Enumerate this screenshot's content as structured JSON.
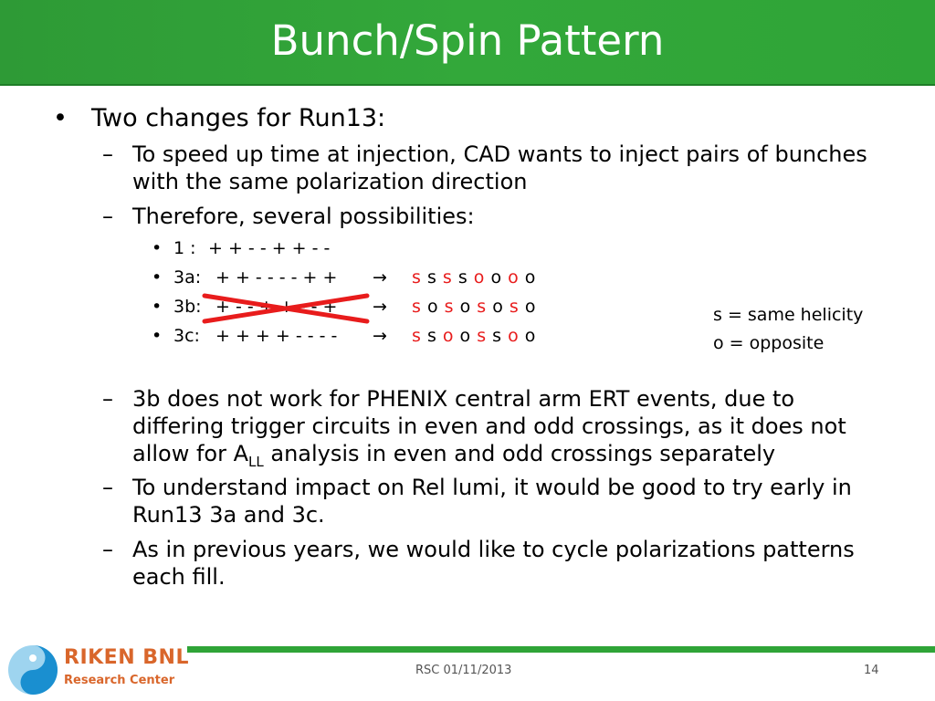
{
  "slide": {
    "title": "Bunch/Spin Pattern",
    "bullet1": "Two changes for Run13:",
    "sub1": "To speed up time at injection, CAD wants to inject pairs of bunches with the same polarization direction",
    "sub2": "Therefore, several possibilities:",
    "options": [
      {
        "label": "1  :",
        "pattern": "+ + -  - + + - -"
      },
      {
        "label": "3a:",
        "pattern": "+ + -  - - - + +",
        "arrow": "→"
      },
      {
        "label": "3b:",
        "pattern": "+ - - + + - - +",
        "arrow": "→"
      },
      {
        "label": "3c:",
        "pattern": "+ + + + -  - - -",
        "arrow": "→"
      }
    ],
    "legend": {
      "line1": "s = same helicity",
      "line2": "o = opposite"
    },
    "sub3_pre": "3b does not work for PHENIX central arm ERT events, due to differing trigger circuits in even and odd crossings, as it does not allow for A",
    "sub3_sub": "LL",
    "sub3_post": " analysis in even and odd crossings separately",
    "sub4": "To understand impact on Rel lumi, it would be good to try early in Run13 3a and 3c.",
    "sub5": "As in previous years, we would like to cycle polarizations patterns each fill."
  },
  "footer": {
    "logo_line1": "RIKEN BNL",
    "logo_line2": "Research Center",
    "center": "RSC 01/11/2013",
    "page": "14"
  },
  "colors": {
    "title_bar": "#2fa437",
    "highlight": "#e81c1c",
    "logo_text": "#d9662b"
  }
}
